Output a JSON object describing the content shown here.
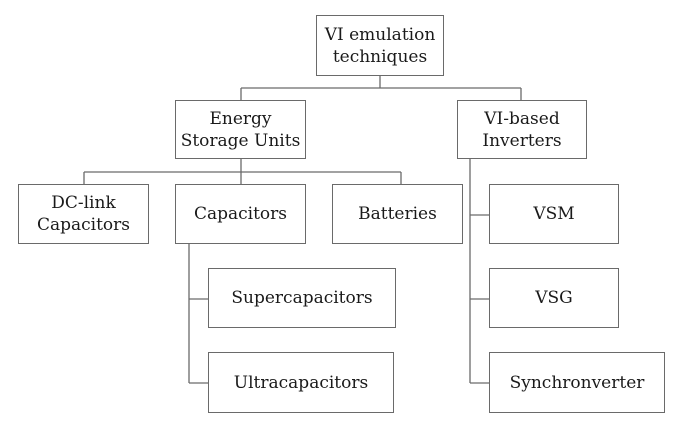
{
  "diagram": {
    "type": "hierarchy",
    "root": {
      "label": "VI emulation\ntechniques"
    },
    "level1": [
      {
        "label": "Energy\nStorage Units"
      },
      {
        "label": "VI-based\nInverters"
      }
    ],
    "energy_storage_children": [
      {
        "label": "DC-link\nCapacitors"
      },
      {
        "label": "Capacitors"
      },
      {
        "label": "Batteries"
      }
    ],
    "capacitors_children": [
      {
        "label": "Supercapacitors"
      },
      {
        "label": "Ultracapacitors"
      }
    ],
    "inverters_children": [
      {
        "label": "VSM"
      },
      {
        "label": "VSG"
      },
      {
        "label": "Synchronverter"
      }
    ]
  }
}
